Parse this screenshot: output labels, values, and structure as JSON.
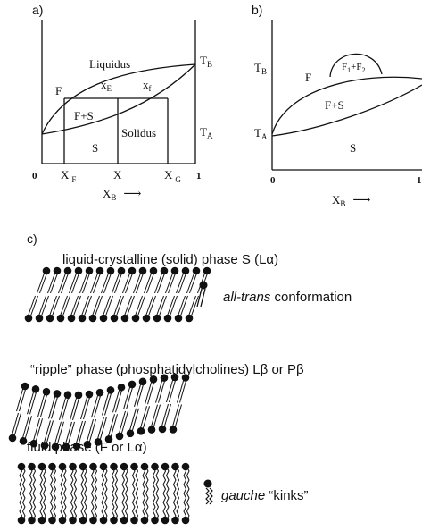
{
  "panel_a": {
    "label": "a)",
    "region_liquidus": "Liquidus",
    "region_f": "F",
    "x_e": "x",
    "x_e_sub": "E",
    "x_f": "x",
    "x_f_sub": "f",
    "region_fs": "F+S",
    "region_s": "S",
    "region_solidus": "Solidus",
    "tb": "T",
    "tb_sub": "B",
    "ta": "T",
    "ta_sub": "A",
    "tick_0": "0",
    "tick_xf": "X",
    "tick_xf_sub": "F",
    "tick_x": "X",
    "tick_xg": "X",
    "tick_xg_sub": "G",
    "tick_1": "1",
    "axis_label": "X",
    "axis_label_sub": "B",
    "arrow": "⟶"
  },
  "panel_b": {
    "label": "b)",
    "tb": "T",
    "tb_sub": "B",
    "ta": "T",
    "ta_sub": "A",
    "region_f": "F",
    "region_f1f2": "F",
    "region_f1f2_sub1": "1",
    "region_f1f2_plus": "+F",
    "region_f1f2_sub2": "2",
    "region_fs": "F+S",
    "region_s": "S",
    "tick_0": "0",
    "tick_1": "1",
    "axis_label": "X",
    "axis_label_sub": "B",
    "arrow": "⟶"
  },
  "panel_c": {
    "label": "c)",
    "phase1_title": "liquid-crystalline (solid)  phase S (Lα)",
    "conformation_italic": "all-trans",
    "conformation_rest": " conformation",
    "phase2_title": "“ripple” phase (phosphatidylcholines) Lβ or Pβ",
    "phase3_title": "fluid phase  (F or Lα)",
    "kinks_italic": "gauche",
    "kinks_rest": " “kinks”"
  }
}
